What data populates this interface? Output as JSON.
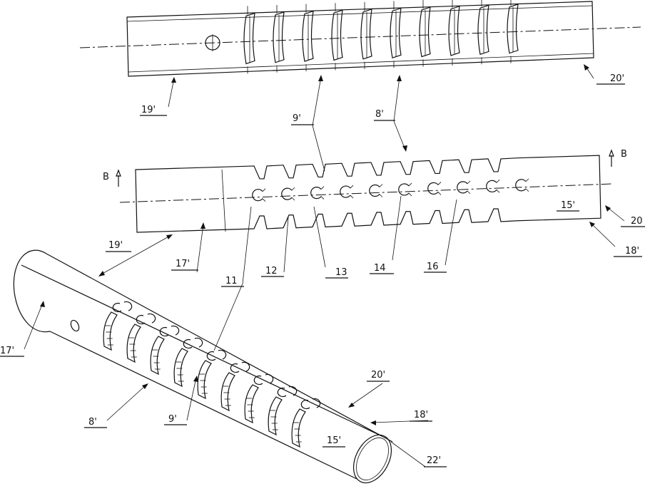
{
  "figure": {
    "labels": {
      "l19_top": "19'",
      "l20_top": "20'",
      "l9_mid": "9'",
      "l8_mid": "8'",
      "lB_left": "B",
      "lB_right": "B",
      "l20_mid": "20",
      "l15_mid": "15'",
      "l18_mid": "18'",
      "l19_mid": "19'",
      "l17_mid": "17'",
      "l12": "12",
      "l13": "13",
      "l14": "14",
      "l16": "16",
      "l11": "11",
      "l17_low": "17'",
      "l8_low": "8'",
      "l9_low": "9'",
      "l20_low": "20'",
      "l18_low": "18'",
      "l15_low": "15'",
      "l22_low": "22'"
    }
  }
}
